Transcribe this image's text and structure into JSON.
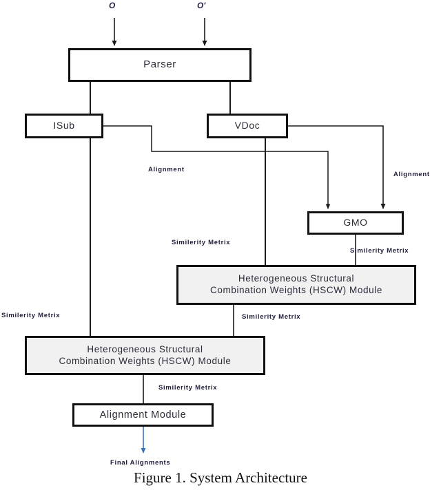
{
  "figure": {
    "caption": "Figure 1. System Architecture"
  },
  "inputs": {
    "ontology_source": "O",
    "ontology_target": "O'"
  },
  "nodes": {
    "parser": "Parser",
    "isub": "ISub",
    "vdoc": "VDoc",
    "gmo": "GMO",
    "hscw_right": "Heterogeneous Structural\nCombination Weights (HSCW) Module",
    "hscw_left": "Heterogeneous Structural\nCombination Weights (HSCW) Module",
    "alignment_module": "Alignment Module"
  },
  "edge_labels": {
    "alignment_left": "Alignment",
    "alignment_right": "Alignment",
    "similarity_right_upper": "Similerity Metrix",
    "similarity_gmo": "Similerity Metrix",
    "similarity_left": "Similerity Metrix",
    "similarity_mid": "Similerity Metrix",
    "similarity_bottom": "Similerity Metrix",
    "final_alignments": "Final Alignments"
  },
  "colors": {
    "line": "#1a1a1a",
    "box_border": "#111111",
    "box_fill": "#ffffff",
    "hscw_fill": "#f1f1f1",
    "text": "#2b2b3a",
    "final_arrow": "#3b74bd"
  }
}
